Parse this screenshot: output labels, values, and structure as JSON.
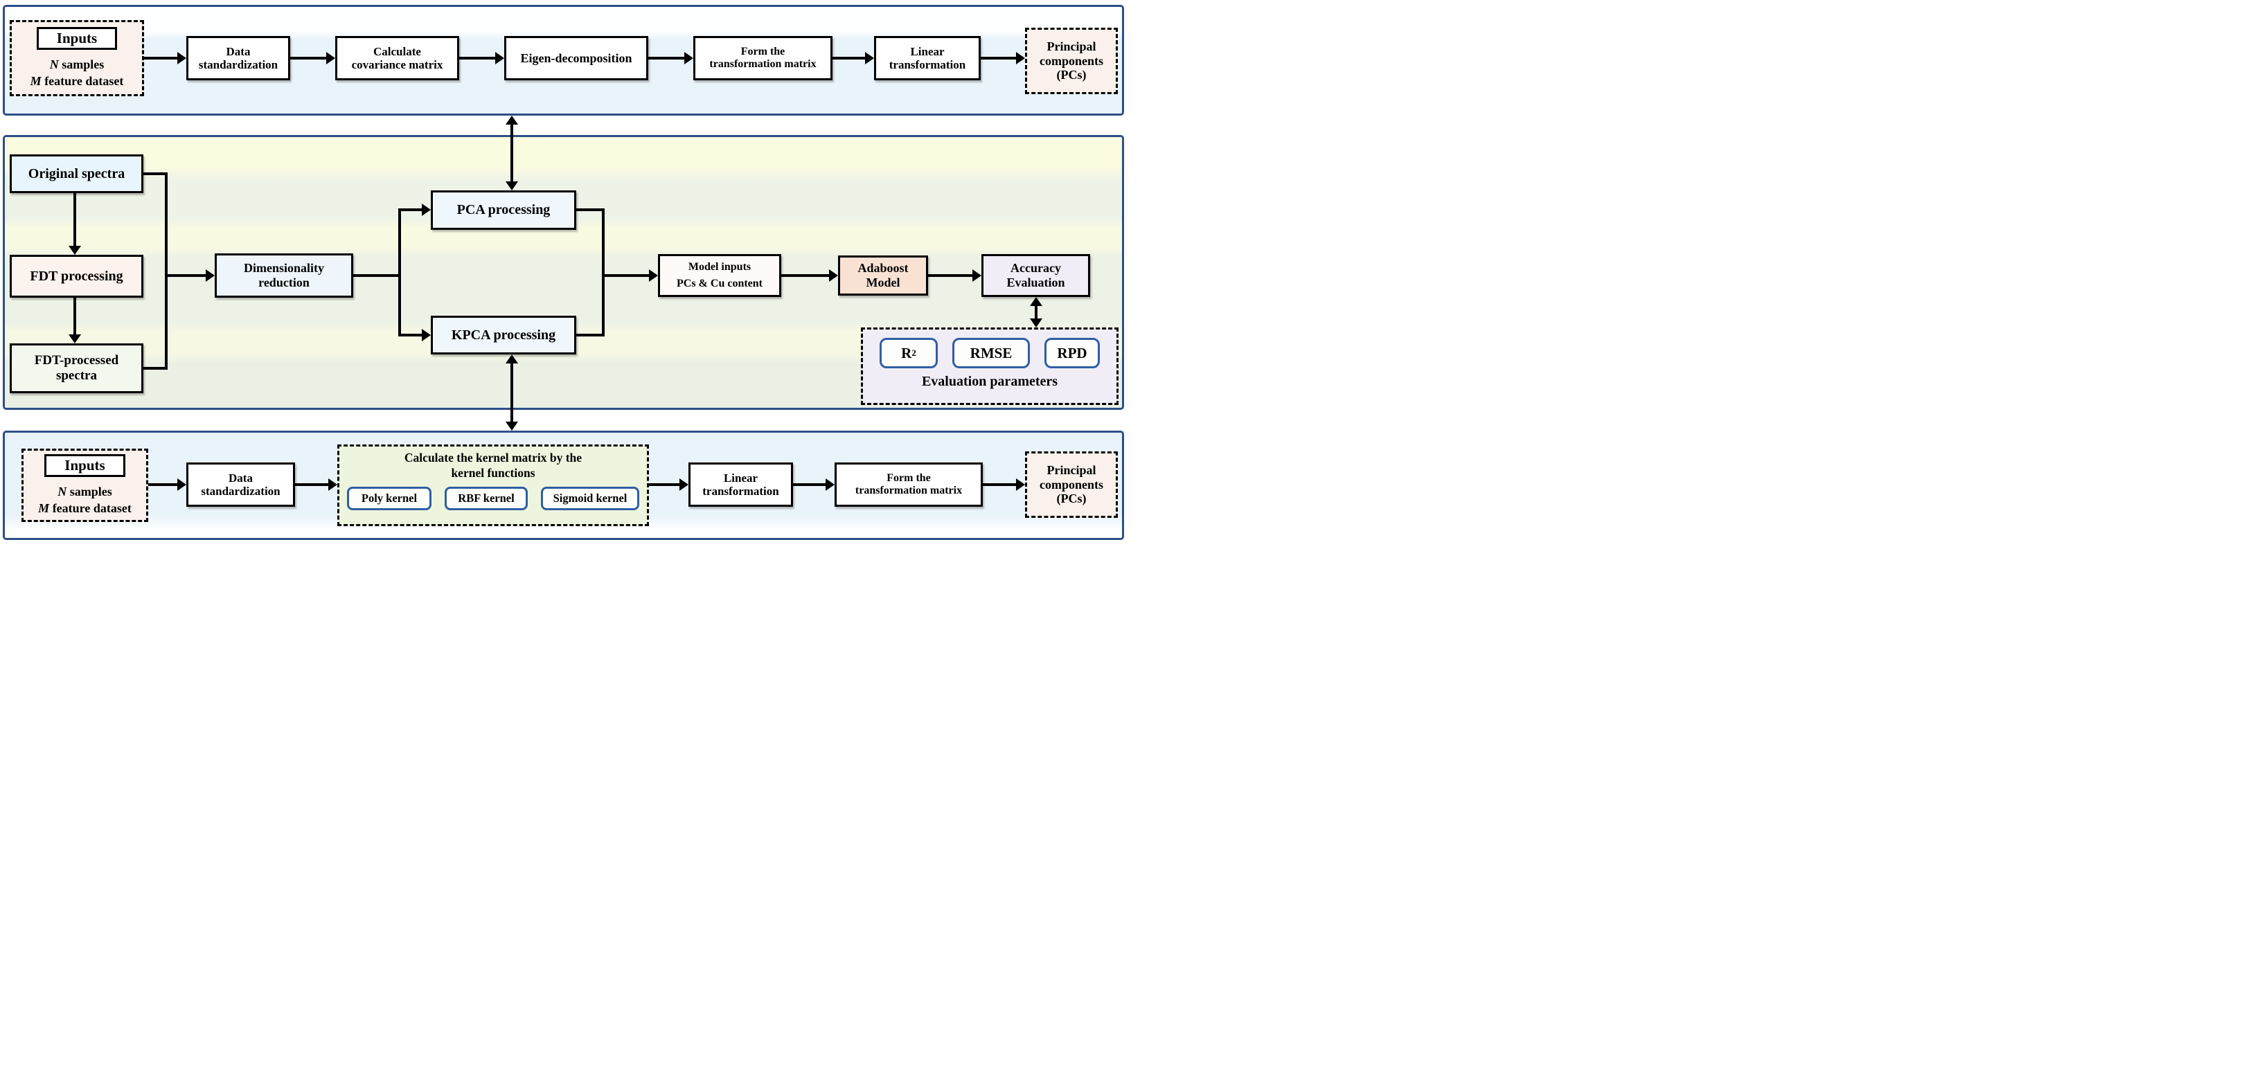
{
  "colors": {
    "panel_border": "#2d4f87",
    "panel_blue_bg": "#e9f3fa",
    "middle_yellow_band": "#fbfbe0",
    "middle_green_band": "#edf2e6",
    "box_border": "#000000",
    "inputs_bg": "#faf1ec",
    "original_spectra_bg": "#e9f5fc",
    "fdt_processing_bg": "#fdf3ee",
    "fdt_processed_bg": "#f3f8ef",
    "pca_kpca_bg": "#eff7fd",
    "dimensionality_bg": "#eef6fc",
    "model_inputs_bg": "#fdfaf7",
    "adaboost_bg": "#f9e2d4",
    "accuracy_bg": "#f0edf6",
    "evaluation_bg": "#f0edf6",
    "kernel_box_bg": "#eef5de",
    "chip_border": "#2e5fa3"
  },
  "top": {
    "inputs_title": "Inputs",
    "inputs_n_var": "N",
    "inputs_n_text": " samples",
    "inputs_m_var": "M",
    "inputs_m_text": " feature dataset",
    "data_standardization": "Data\nstandardization",
    "calculate_covariance": "Calculate\ncovariance matrix",
    "eigen_decomposition": "Eigen-decomposition",
    "form_transformation_matrix": "Form the\ntransformation matrix",
    "linear_transformation": "Linear\ntransformation",
    "principal_components": "Principal\ncomponents\n(PCs)"
  },
  "middle": {
    "original_spectra": "Original spectra",
    "fdt_processing": "FDT processing",
    "fdt_processed_spectra": "FDT-processed\nspectra",
    "dimensionality_reduction": "Dimensionality\nreduction",
    "pca_processing": "PCA processing",
    "kpca_processing": "KPCA processing",
    "model_inputs_line1": "Model inputs",
    "model_inputs_line2": "PCs & Cu content",
    "adaboost_model": "Adaboost\nModel",
    "accuracy_evaluation": "Accuracy\nEvaluation",
    "eval_r2_base": "R",
    "eval_r2_sup": "2",
    "eval_rmse": "RMSE",
    "eval_rpd": "RPD",
    "evaluation_parameters": "Evaluation parameters"
  },
  "bottom": {
    "inputs_title": "Inputs",
    "inputs_n_var": "N",
    "inputs_n_text": " samples",
    "inputs_m_var": "M",
    "inputs_m_text": " feature dataset",
    "data_standardization": "Data\nstandardization",
    "kernel_box_title": "Calculate the kernel matrix by the\nkernel functions",
    "poly_kernel": "Poly kernel",
    "rbf_kernel": "RBF kernel",
    "sigmoid_kernel": "Sigmoid kernel",
    "linear_transformation": "Linear\ntransformation",
    "form_transformation_matrix": "Form the\ntransformation matrix",
    "principal_components": "Principal\ncomponents\n(PCs)"
  }
}
